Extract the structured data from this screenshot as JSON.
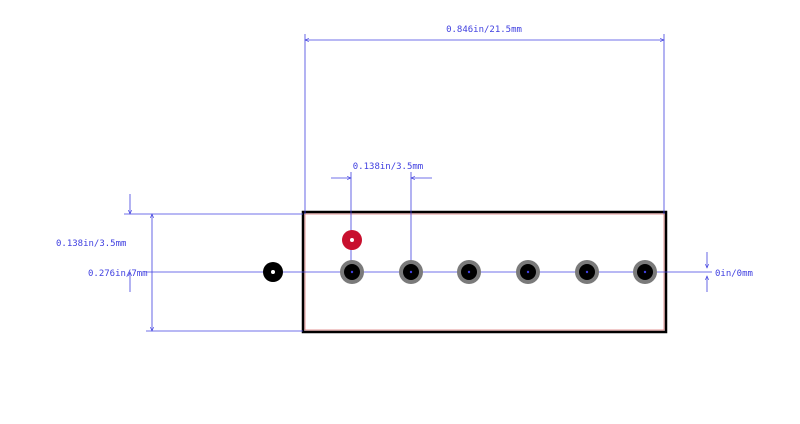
{
  "dimensions": {
    "overall_width": "0.846in/21.5mm",
    "pitch": "0.138in/3.5mm",
    "height_half": "0.138in/3.5mm",
    "height_total": "0.276in/7mm",
    "offset": "0in/0mm"
  },
  "colors": {
    "dimension_line": "#4040e0",
    "body_outline": "#000000",
    "pad_ring": "#7a7a7a",
    "pad_hole": "#000000",
    "pin1_marker": "#c8102e",
    "ref_pad": "#000000"
  }
}
